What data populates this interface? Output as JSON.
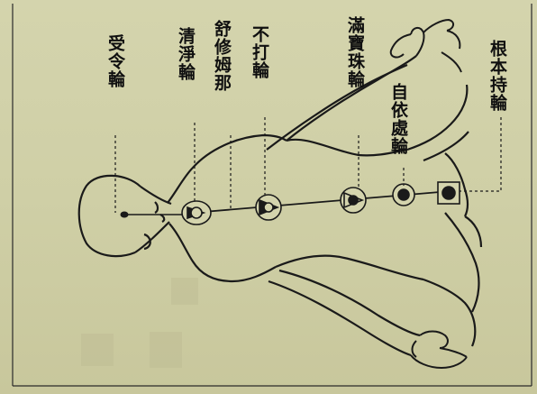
{
  "chakras": {
    "crown": "受令輪",
    "throat": "清淨輪",
    "third_eye": "舒修姆那",
    "heart": "不打輪",
    "solar": "滿寶珠輪",
    "sacral": "自依處輪",
    "root": "根本持輪"
  }
}
